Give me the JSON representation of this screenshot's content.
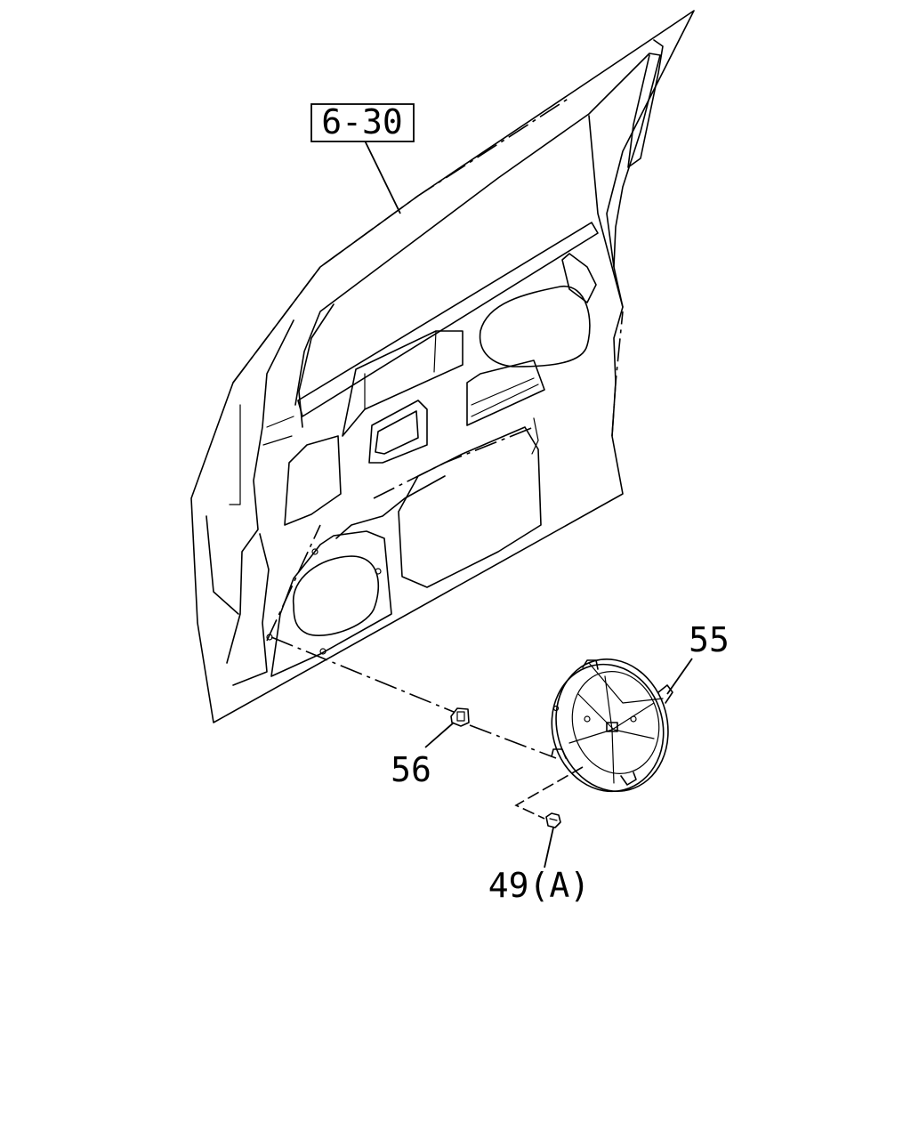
{
  "callouts": {
    "ref_box": "6-30",
    "speaker_cover": "55",
    "clip": "56",
    "screw": "49(A)"
  },
  "colors": {
    "line": "#000000",
    "background": "#ffffff"
  }
}
